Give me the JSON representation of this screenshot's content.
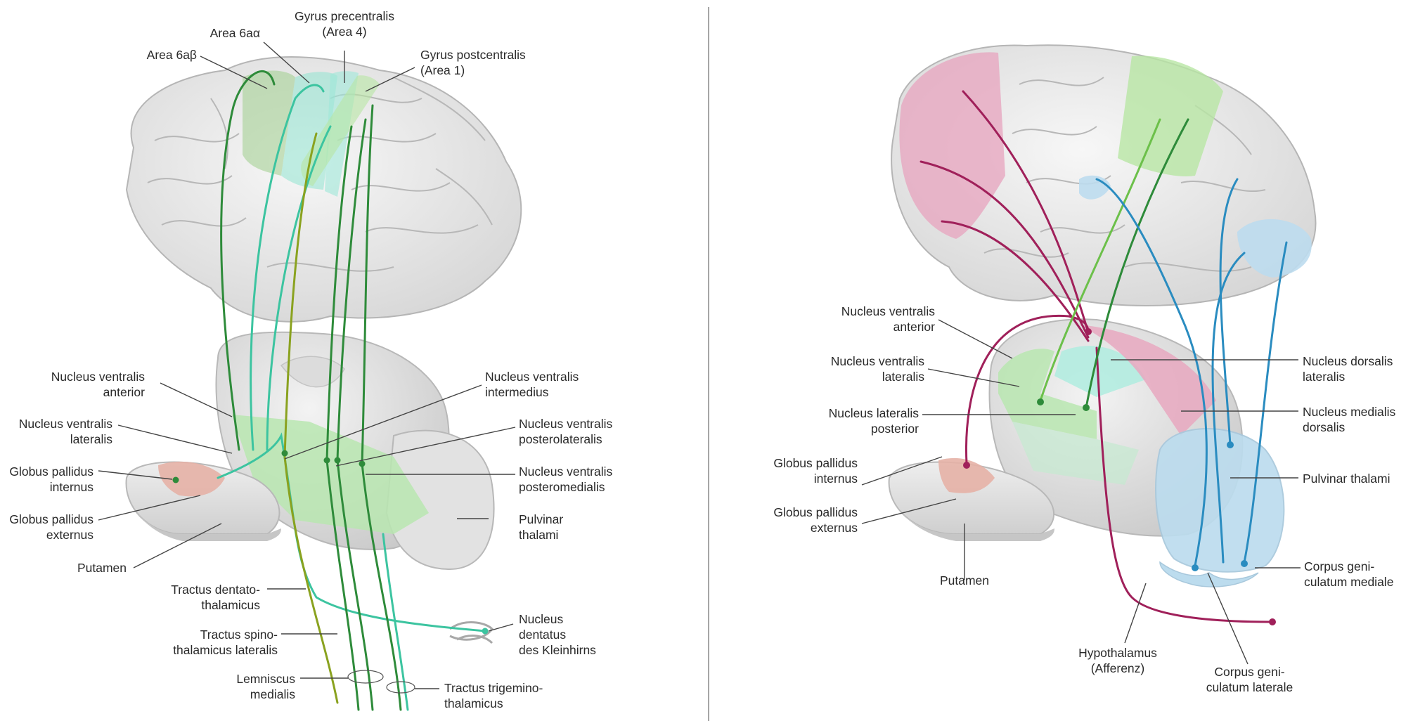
{
  "left_panel": {
    "area_6ab": "Area 6aβ",
    "area_6aa": "Area 6aα",
    "gyrus_precentralis": [
      "Gyrus precentralis",
      "(Area 4)"
    ],
    "gyrus_postcentralis": [
      "Gyrus postcentralis",
      "(Area 1)"
    ],
    "nucleus_ventralis_anterior": [
      "Nucleus ventralis",
      "anterior"
    ],
    "nucleus_ventralis_lateralis": [
      "Nucleus ventralis",
      "lateralis"
    ],
    "globus_pallidus_internus": [
      "Globus pallidus",
      "internus"
    ],
    "globus_pallidus_externus": [
      "Globus pallidus",
      "externus"
    ],
    "putamen": "Putamen",
    "tractus_dentatothalamicus": [
      "Tractus dentato-",
      "thalamicus"
    ],
    "tractus_spinothalamicus": [
      "Tractus spino-",
      "thalamicus lateralis"
    ],
    "lemniscus_medialis": [
      "Lemniscus",
      "medialis"
    ],
    "tractus_trigeminothalamicus": [
      "Tractus trigemino-",
      "thalamicus"
    ],
    "nucleus_ventralis_intermedius": [
      "Nucleus ventralis",
      "intermedius"
    ],
    "nucleus_ventralis_posterolateralis": [
      "Nucleus ventralis",
      "posterolateralis"
    ],
    "nucleus_ventralis_posteromedialis": [
      "Nucleus ventralis",
      "posteromedialis"
    ],
    "pulvinar_thalami": [
      "Pulvinar",
      "thalami"
    ],
    "nucleus_dentatus": [
      "Nucleus",
      "dentatus",
      "des Kleinhirns"
    ]
  },
  "right_panel": {
    "nucleus_ventralis_anterior": [
      "Nucleus ventralis",
      "anterior"
    ],
    "nucleus_ventralis_lateralis": [
      "Nucleus ventralis",
      "lateralis"
    ],
    "nucleus_lateralis_posterior": [
      "Nucleus lateralis",
      "posterior"
    ],
    "globus_pallidus_internus": [
      "Globus pallidus",
      "internus"
    ],
    "globus_pallidus_externus": [
      "Globus pallidus",
      "externus"
    ],
    "putamen": "Putamen",
    "hypothalamus": [
      "Hypothalamus",
      "(Afferenz)"
    ],
    "corpus_geniculatum_laterale": [
      "Corpus geni-",
      "culatum laterale"
    ],
    "corpus_geniculatum_mediale": [
      "Corpus geni-",
      "culatum mediale"
    ],
    "pulvinar_thalami": "Pulvinar thalami",
    "nucleus_medialis_dorsalis": [
      "Nucleus medialis",
      "dorsalis"
    ],
    "nucleus_dorsalis_lateralis": [
      "Nucleus dorsalis",
      "lateralis"
    ]
  },
  "colors": {
    "motor_green": "#2e8b3a",
    "light_green": "#6cc04a",
    "teal": "#3cc4a0",
    "olive": "#8aa21f",
    "magenta": "#a0205a",
    "blue": "#2a8cc0",
    "pink_region": "#e7a8c0",
    "green_region": "#b8e6b0",
    "teal_region": "#b3ece0",
    "blue_region": "#bcdcee",
    "red_region": "#e6b1a6"
  }
}
